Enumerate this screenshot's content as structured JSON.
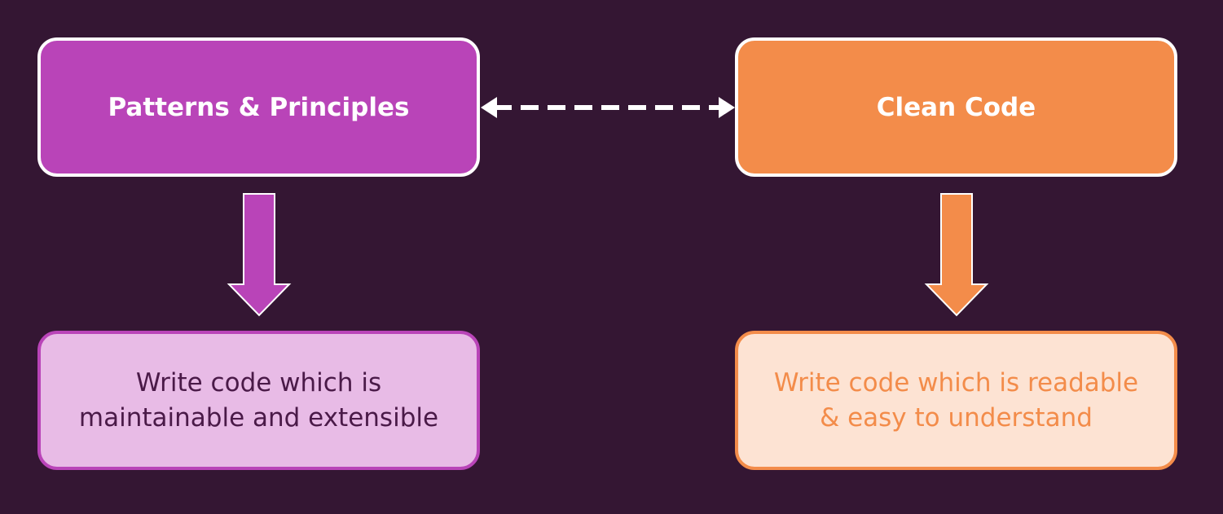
{
  "colors": {
    "background": "#341633",
    "purple": "#b944b8",
    "purple_light": "#e8bbe6",
    "purple_text": "#4a1a48",
    "orange": "#f38c4a",
    "orange_light": "#fde3d3",
    "white": "#ffffff"
  },
  "diagram": {
    "patterns": {
      "title": "Patterns & Principles",
      "description": "Write code which is\nmaintainable and extensible"
    },
    "clean_code": {
      "title": "Clean Code",
      "description": "Write code which is readable\n& easy to understand"
    }
  }
}
